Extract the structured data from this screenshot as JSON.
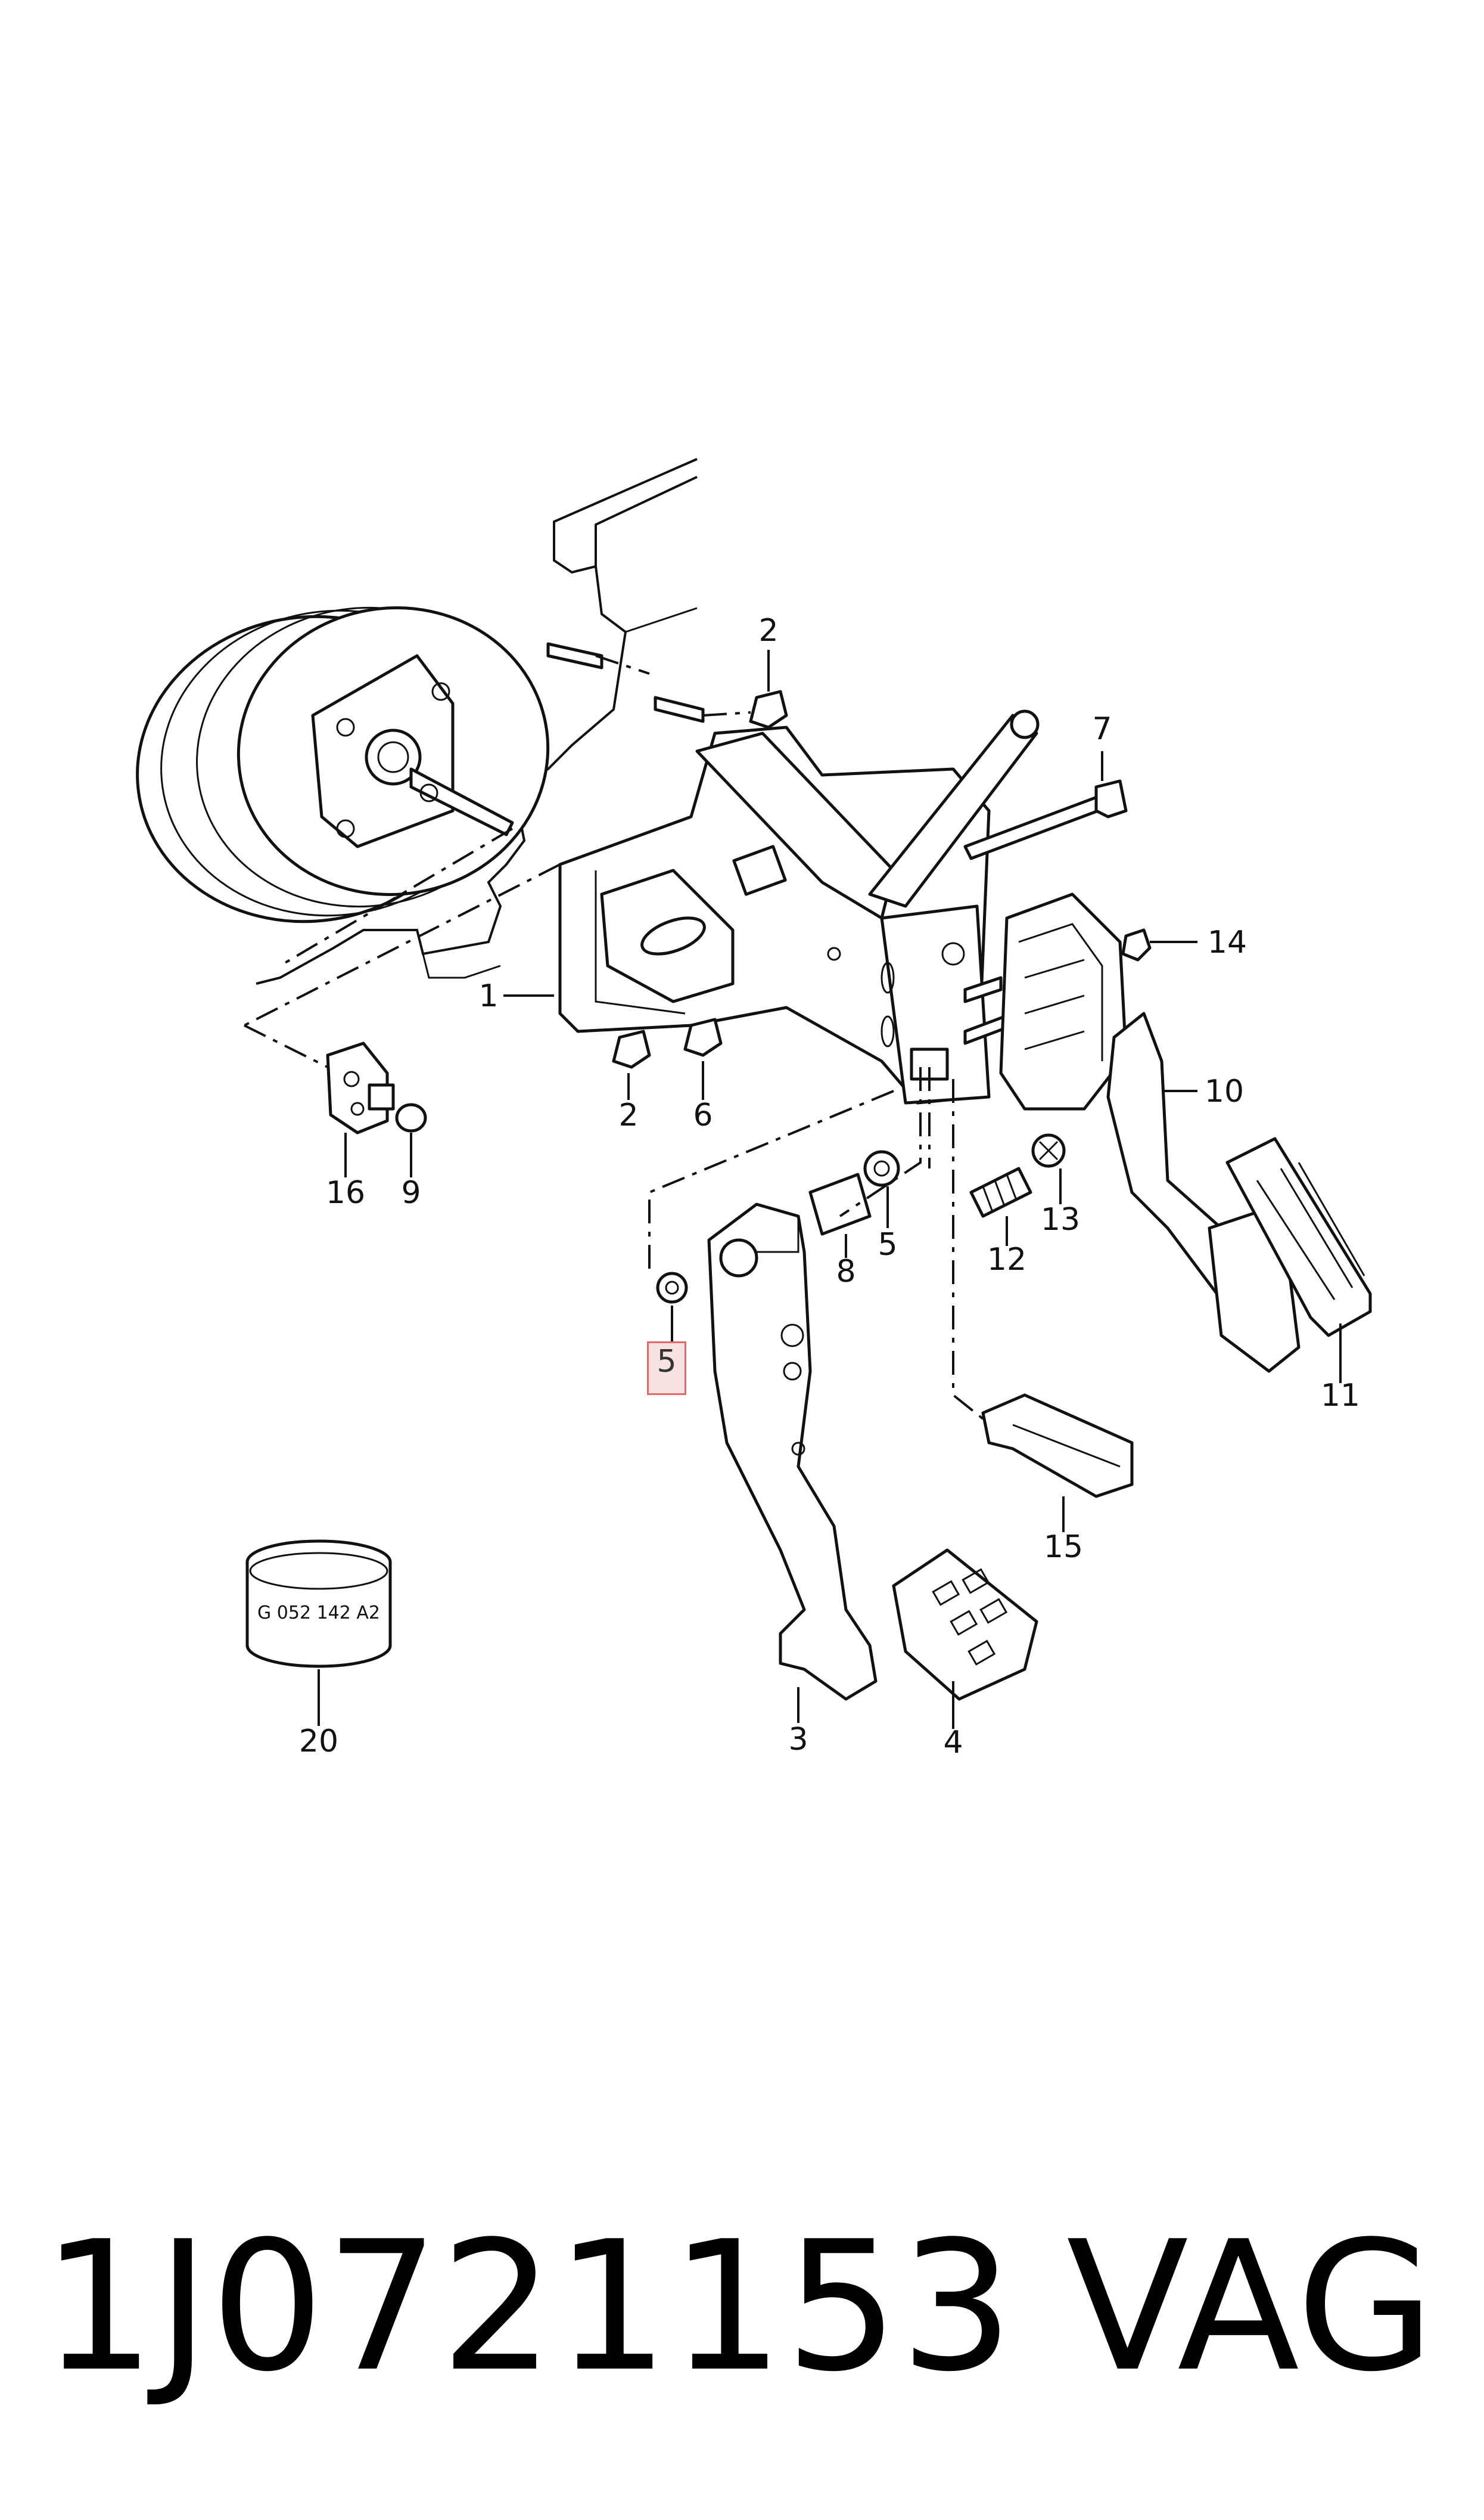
{
  "diagram": {
    "callouts": {
      "c1": "1",
      "c2a": "2",
      "c2b": "2",
      "c3": "3",
      "c4": "4",
      "c5a": "5",
      "c6": "6",
      "c7": "7",
      "c8": "8",
      "c9": "9",
      "c10": "10",
      "c11": "11",
      "c12": "12",
      "c13": "13",
      "c14": "14",
      "c15": "15",
      "c16": "16",
      "c20": "20"
    },
    "highlighted_callout": "5",
    "highlight_color": "#e06a6a",
    "ring_stamp": "G 052 142 A2"
  },
  "footer": {
    "part_number": "1J0721153",
    "brand": "VAG"
  }
}
